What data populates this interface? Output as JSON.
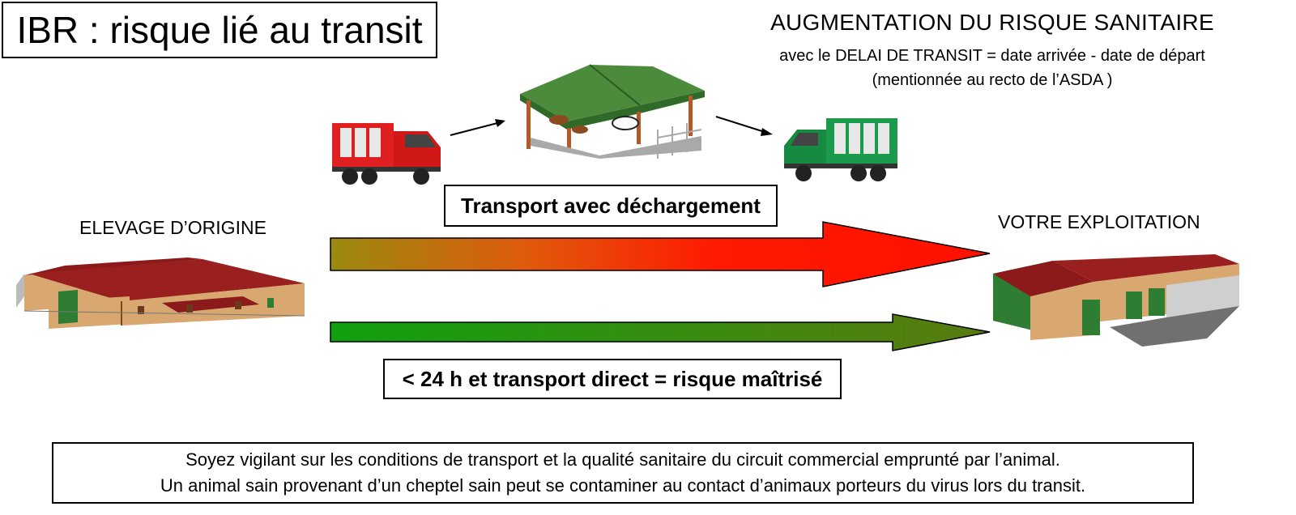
{
  "title": "IBR : risque lié au transit",
  "risk": {
    "heading": "AUGMENTATION DU RISQUE SANITAIRE",
    "line1": "avec le DELAI DE TRANSIT = date arrivée - date de départ",
    "line2": "(mentionnée au recto de l’ASDA )"
  },
  "origin_label": "ELEVAGE D’ORIGINE",
  "destination_label": "VOTRE EXPLOITATION",
  "transport_unload_label": "Transport avec déchargement",
  "direct_label": "< 24 h et transport direct = risque maîtrisé",
  "note": {
    "line1": "Soyez vigilant sur les conditions de transport et la qualité sanitaire du circuit commercial emprunté par l’animal.",
    "line2": "Un animal sain provenant d’un cheptel sain peut se contaminer au contact d’animaux porteurs du virus lors du transit."
  },
  "colors": {
    "risk_arrow_start": "#9a8a10",
    "risk_arrow_mid": "#f0400c",
    "risk_arrow_end": "#ff1000",
    "safe_arrow_start": "#10a010",
    "safe_arrow_end": "#5a7a10",
    "roof_red": "#8c1a1a",
    "wall_tan": "#d9a870",
    "door_green": "#2e7d32",
    "truck_red": "#e02020",
    "truck_green": "#1a9a4a",
    "barn_roof_green": "#4c8a3c"
  },
  "icons": [
    "farm-origin-icon",
    "farm-destination-icon",
    "red-truck-icon",
    "green-truck-icon",
    "sales-barn-icon"
  ]
}
